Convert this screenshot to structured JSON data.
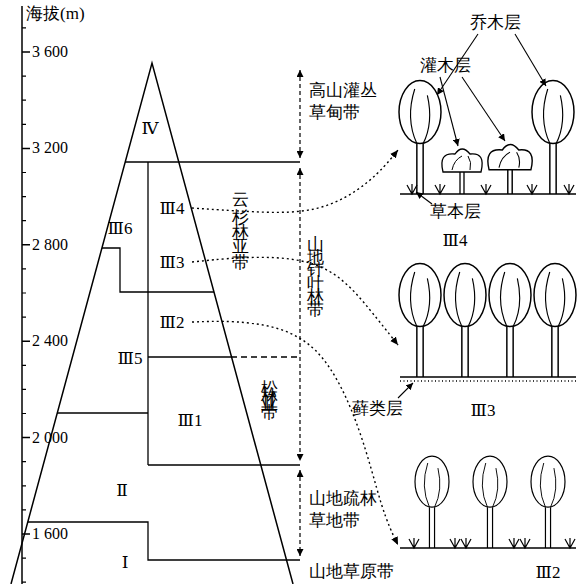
{
  "diagram": {
    "nodes": [
      {
        "text": [
          "Ⅳ"
        ]
      },
      {
        "text": [
          "Ⅲ6"
        ]
      },
      {
        "text": [
          "Ⅲ4"
        ]
      },
      {
        "text": [
          "Ⅲ3"
        ]
      },
      {
        "text": [
          "Ⅲ2"
        ]
      },
      {
        "text": [
          "Ⅲ5"
        ]
      },
      {
        "text": [
          "Ⅲ1"
        ]
      },
      {
        "text": [
          "Ⅱ"
        ]
      },
      {
        "text": [
          "Ⅰ"
        ]
      },
      {
        "text": [
          "Ⅲ4"
        ]
      },
      {
        "text": [
          "Ⅲ3"
        ]
      },
      {
        "text": [
          "Ⅲ2"
        ]
      }
    ],
    "edges": [
      {
        "from": 2,
        "to": 9,
        "arrow": "to"
      },
      {
        "from": 3,
        "to": 10,
        "arrow": "to"
      },
      {
        "from": 4,
        "to": 11,
        "arrow": "to"
      }
    ],
    "labels": [
      "海拔(m)",
      "3 600",
      "3 200",
      "2 800",
      "2 400",
      "2 000",
      "1 600",
      "高山灌丛 草甸带",
      "云杉林亚带",
      "山地针叶林带",
      "松林亚带",
      "山地疏林 草地带",
      "山地草原带",
      "乔木层",
      "灌木层",
      "草本层",
      "藓类层"
    ]
  }
}
